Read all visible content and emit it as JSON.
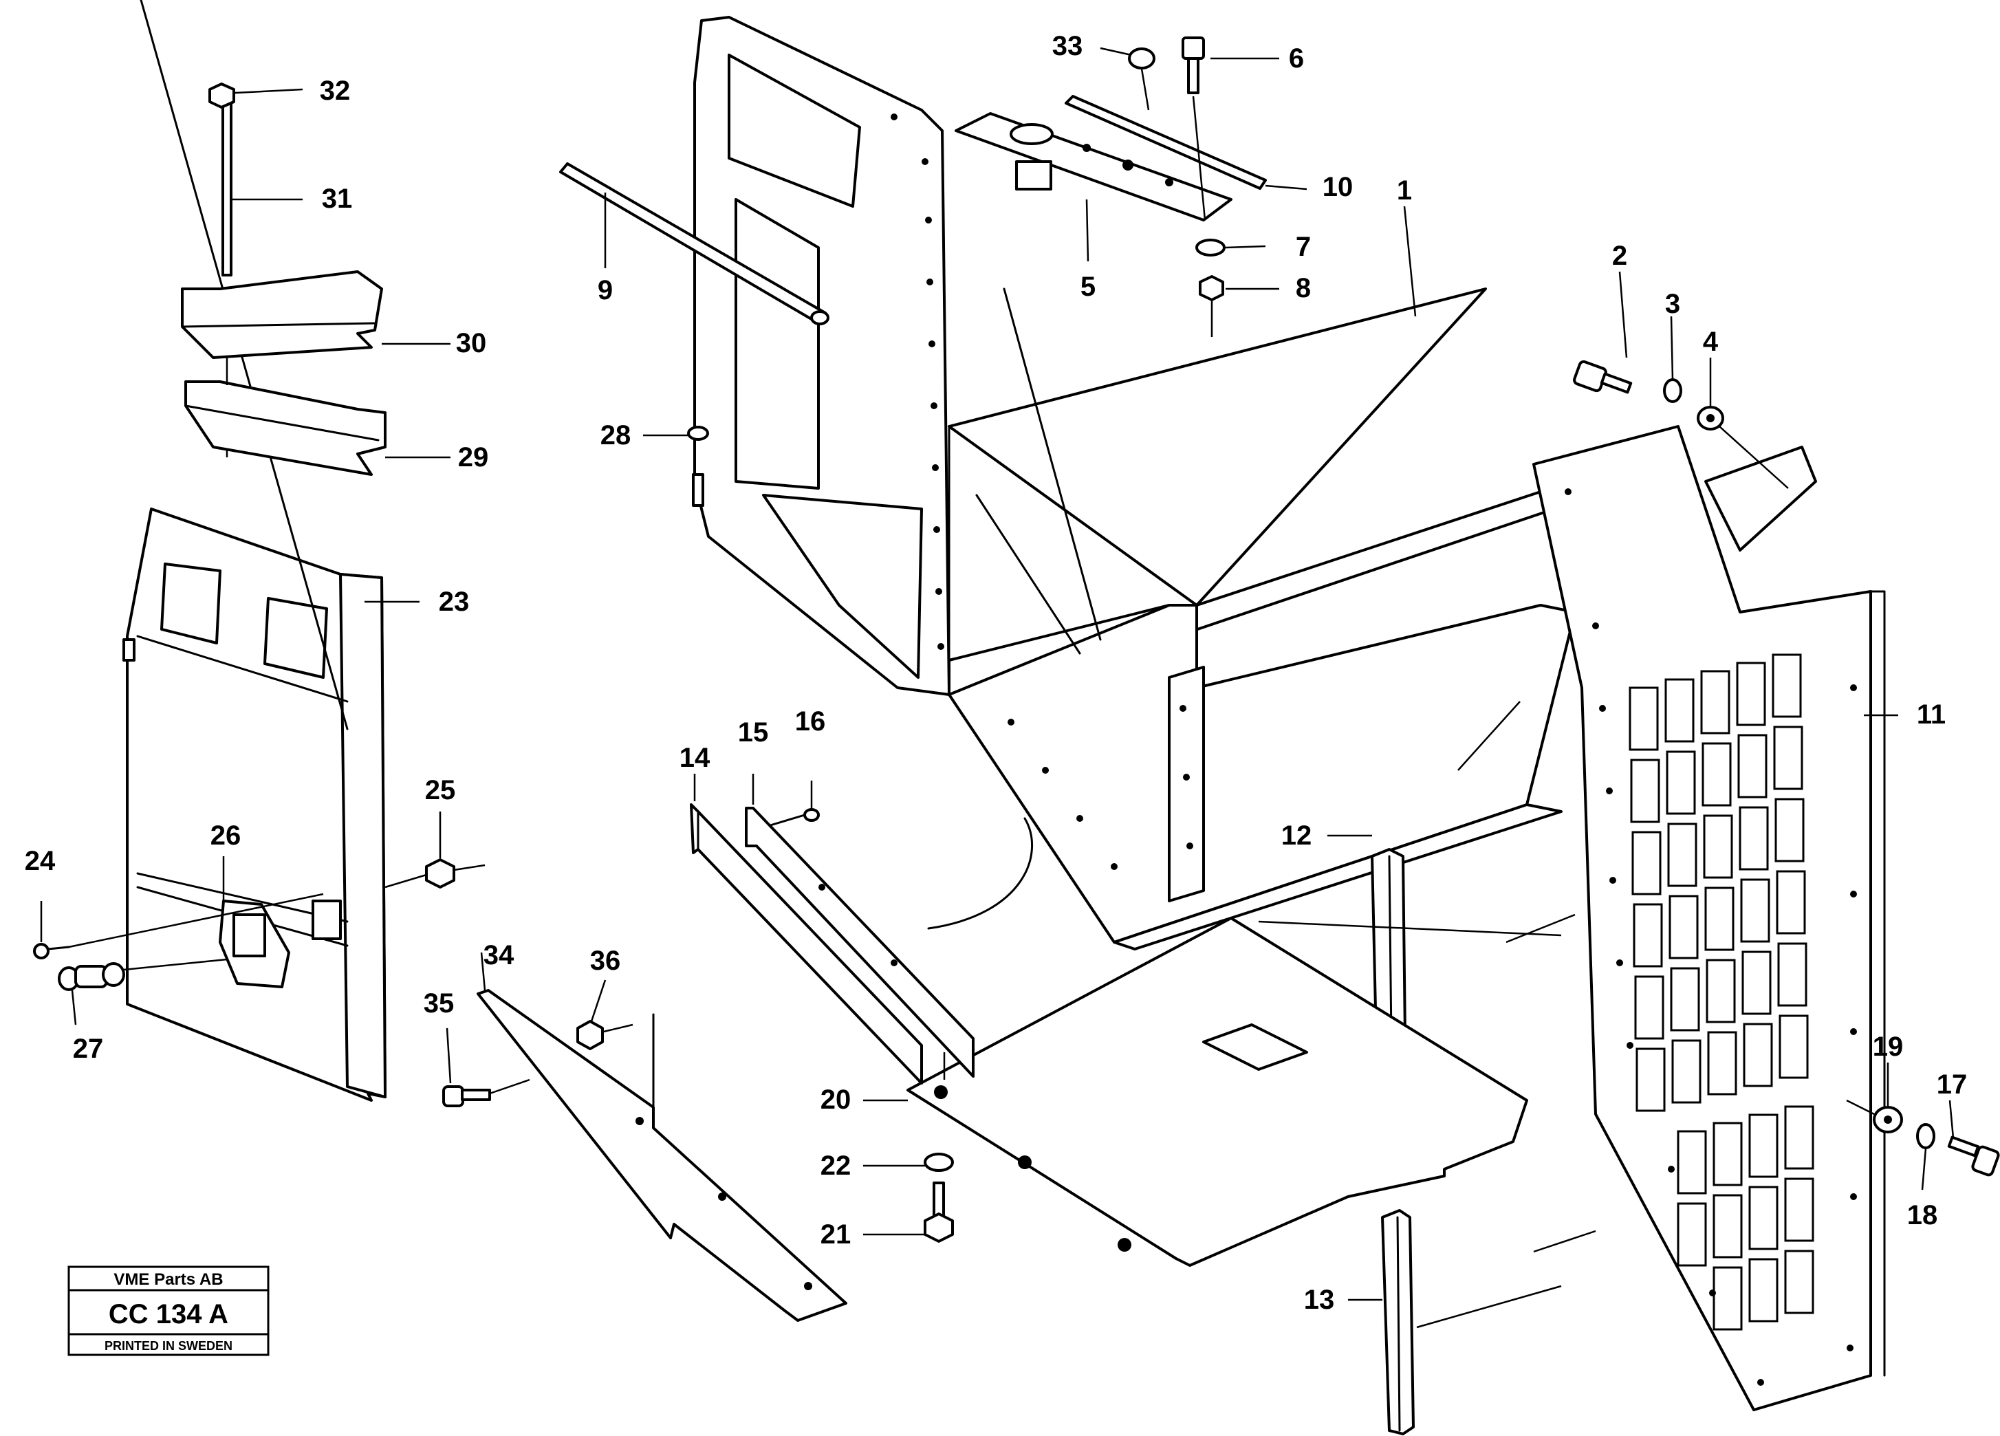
{
  "callouts": {
    "c1": "1",
    "c2": "2",
    "c3": "3",
    "c4": "4",
    "c5": "5",
    "c6": "6",
    "c7": "7",
    "c8": "8",
    "c9": "9",
    "c10": "10",
    "c11": "11",
    "c12": "12",
    "c13": "13",
    "c14": "14",
    "c15": "15",
    "c16": "16",
    "c17": "17",
    "c18": "18",
    "c19": "19",
    "c20": "20",
    "c21": "21",
    "c22": "22",
    "c23": "23",
    "c24": "24",
    "c25": "25",
    "c26": "26",
    "c27": "27",
    "c28": "28",
    "c29": "29",
    "c30": "30",
    "c31": "31",
    "c32": "32",
    "c33": "33",
    "c34": "34",
    "c35": "35",
    "c36": "36"
  },
  "stamp": {
    "company": "VME Parts AB",
    "drawing_no": "CC 134 A",
    "printed": "PRINTED IN SWEDEN"
  }
}
